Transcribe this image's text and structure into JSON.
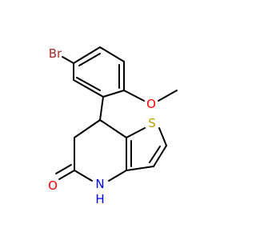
{
  "structure": {
    "atoms": {
      "bromine": {
        "label": "Br",
        "color": "#a62929"
      },
      "sulfur": {
        "label": "S",
        "color": "#b8a100"
      },
      "ether_oxygen": {
        "label": "O",
        "color": "#ff0000"
      },
      "carbonyl_oxygen": {
        "label": "O",
        "color": "#ff0000"
      },
      "amide_nitrogen": {
        "label": "N",
        "color": "#0000ff"
      },
      "amide_hydrogen": {
        "label": "H",
        "color": "#0000ff"
      }
    },
    "bond_color": "#000000"
  }
}
